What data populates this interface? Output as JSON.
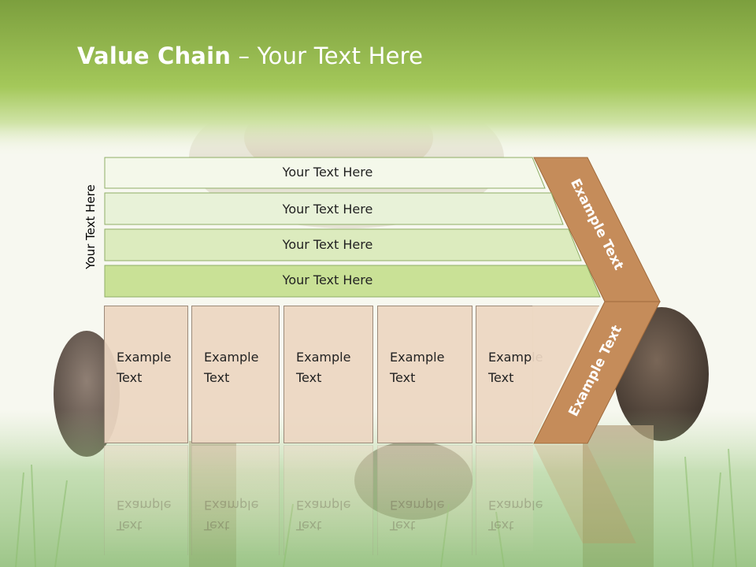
{
  "title": {
    "bold": "Value Chain",
    "rest": " – Your Text Here"
  },
  "side_label": "Your Text Here",
  "rows": [
    {
      "label": "Your Text Here",
      "fill": "#f4f8ea"
    },
    {
      "label": "Your Text Here",
      "fill": "#e8f2d8"
    },
    {
      "label": "Your Text Here",
      "fill": "#dcebbe"
    },
    {
      "label": "Your Text Here",
      "fill": "#c9e196"
    }
  ],
  "columns": [
    {
      "line1": "Example",
      "line2": "Text"
    },
    {
      "line1": "Example",
      "line2": "Text"
    },
    {
      "line1": "Example",
      "line2": "Text"
    },
    {
      "line1": "Example",
      "line2": "Text"
    },
    {
      "line1": "Example",
      "line2": "Text"
    }
  ],
  "arrow": {
    "upper_label": "Example Text",
    "lower_label": "Example Text",
    "fill": "#c58c5a"
  },
  "colors": {
    "header_green": "#8db54a",
    "row_border": "#8fae66",
    "box_fill": "#ecd6c2"
  }
}
